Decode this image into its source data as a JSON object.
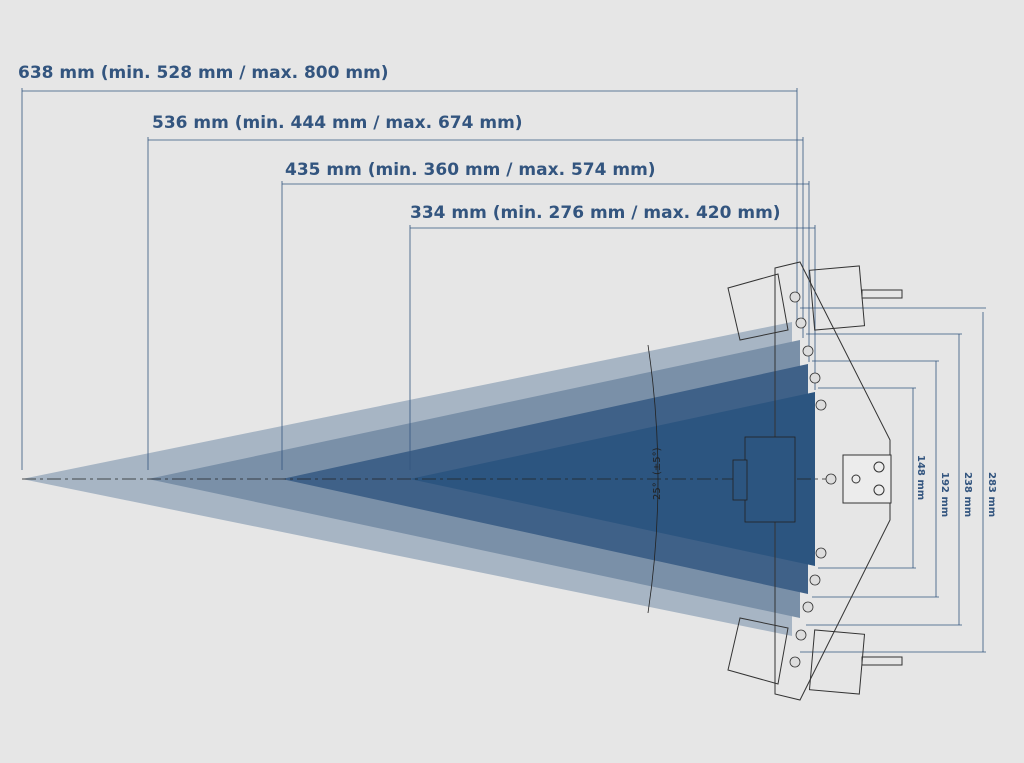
{
  "ranges": [
    {
      "label": "638 mm (min. 528 mm / max. 800 mm)"
    },
    {
      "label": "536 mm (min. 444 mm / max. 674 mm)"
    },
    {
      "label": "435 mm (min. 360 mm / max. 574 mm)"
    },
    {
      "label": "334 mm (min. 276 mm / max. 420 mm)"
    }
  ],
  "widths": [
    {
      "label": "283 mm"
    },
    {
      "label": "238 mm"
    },
    {
      "label": "192 mm"
    },
    {
      "label": "148 mm"
    }
  ],
  "angle": {
    "value": "25°",
    "tolerance": "(±5°)"
  },
  "colors": {
    "background": "#e6e6e6",
    "dimension": "#33557f",
    "beam": "#2c5a8a"
  }
}
